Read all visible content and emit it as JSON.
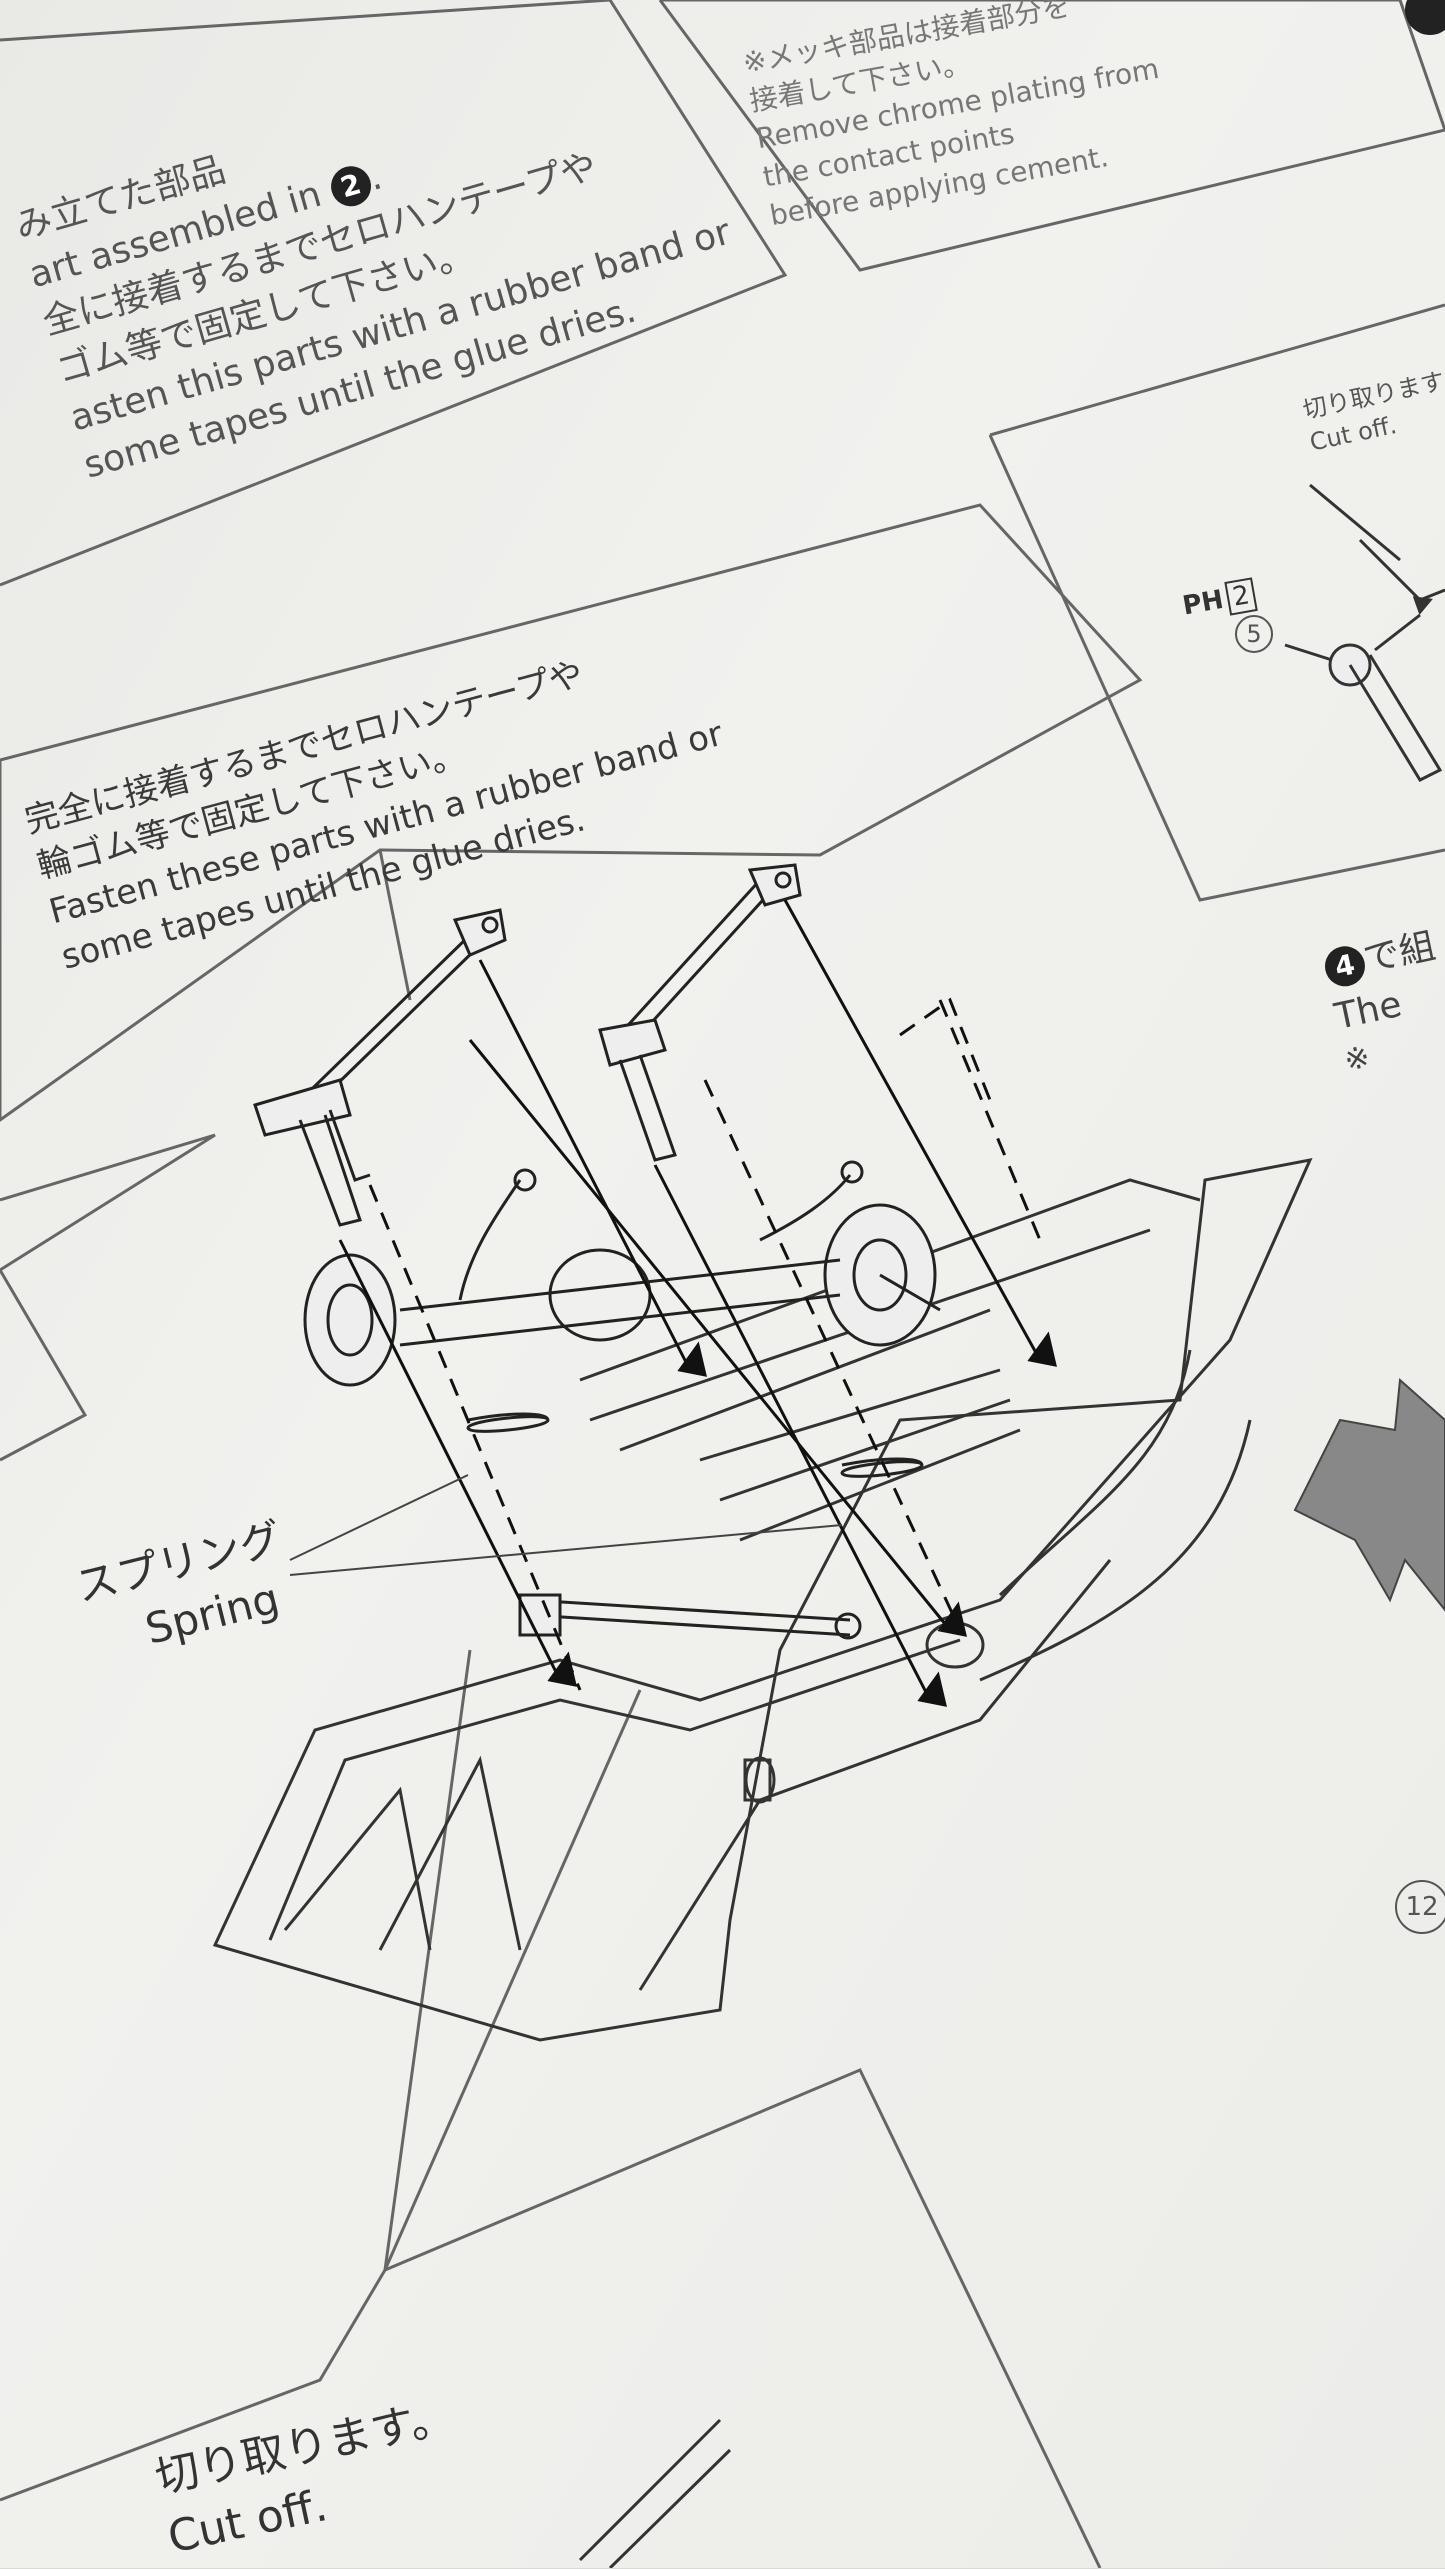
{
  "top_left_box": {
    "line_jp_1": "み立てた部品",
    "line_en_1": "art assembled in",
    "step_ref": "2",
    "line_jp_2": "全に接着するまでセロハンテープや",
    "line_jp_3": "ゴム等で固定して下さい。",
    "line_en_2": "asten this parts with a rubber band or",
    "line_en_3": "some tapes until the glue dries."
  },
  "top_right_box": {
    "line_jp_1": "※メッキ部品は接着部分を",
    "line_jp_2": "接着して下さい。",
    "line_en_1": "Remove chrome plating from",
    "line_en_2": "the contact points",
    "line_en_3": "before applying cement."
  },
  "main_note": {
    "line_jp_1": "完全に接着するまでセロハンテープや",
    "line_jp_2": "輪ゴム等で固定して下さい。",
    "line_en_1": "Fasten these parts with a rubber band or",
    "line_en_2": "some tapes until the glue dries."
  },
  "cut_off_box": {
    "label_jp": "切り取ります。",
    "label_en": "Cut off."
  },
  "spring_label": {
    "jp": "スプリング",
    "en": "Spring"
  },
  "detail_box": {
    "cut_jp": "切り取ります",
    "cut_en": "Cut off.",
    "part_tree": "PH",
    "part_tree_num": "2",
    "part_num": "5"
  },
  "step4_note": {
    "step_ref": "4",
    "text_jp": "で組",
    "text_en": "The",
    "mark": "※"
  },
  "step_number_partial": "12"
}
